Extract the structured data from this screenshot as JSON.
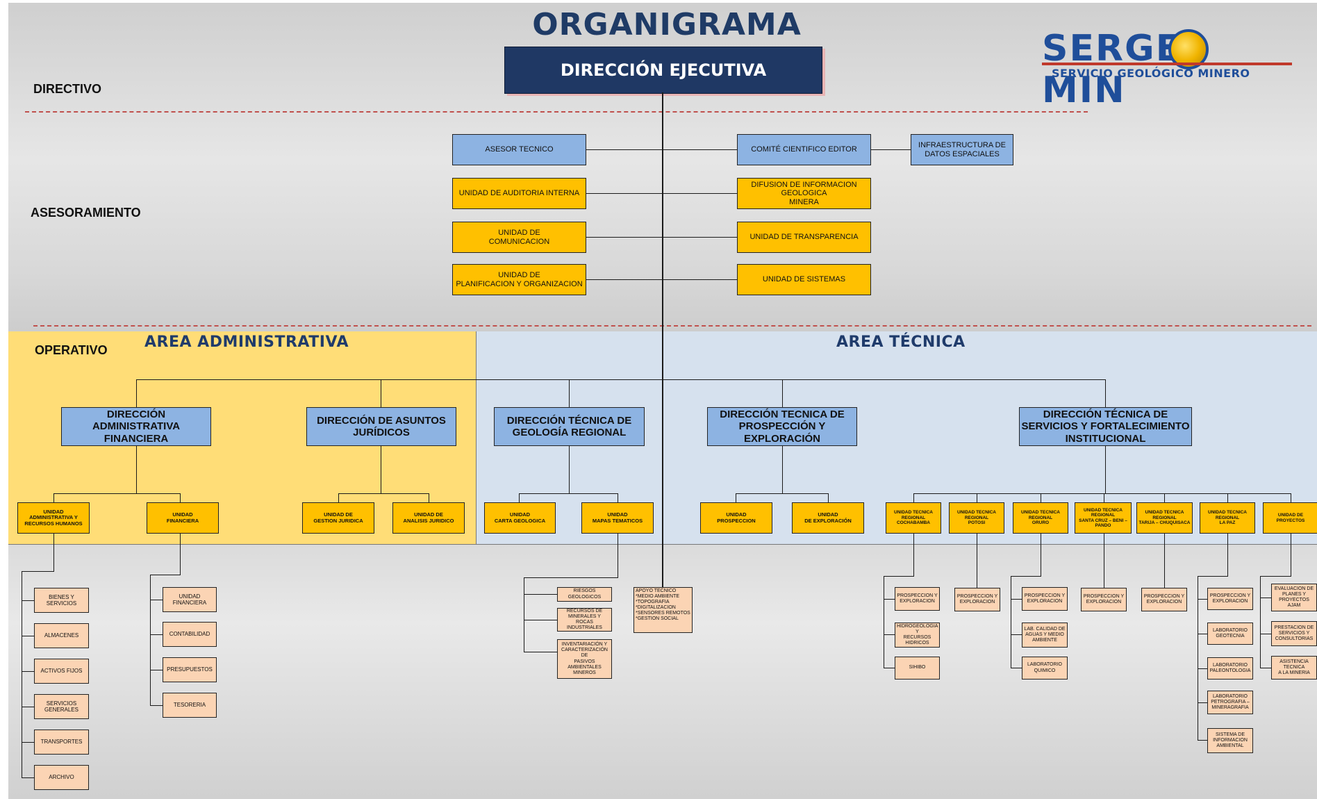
{
  "title": "ORGANIGRAMA",
  "logo": {
    "name": "SERGEOMIN",
    "text_left": "SERGE",
    "text_right": "MIN",
    "subtitle": "SERVICIO GEOLÓGICO MINERO"
  },
  "levels": {
    "directivo": "DIRECTIVO",
    "asesoramiento": "ASESORAMIENTO",
    "operativo": "OPERATIVO"
  },
  "executive": "DIRECCIÓN EJECUTIVA",
  "advisory": {
    "left": [
      "ASESOR TECNICO",
      "UNIDAD DE AUDITORIA INTERNA",
      "UNIDAD DE\nCOMUNICACION",
      "UNIDAD DE\nPLANIFICACION Y ORGANIZACION"
    ],
    "right": [
      "COMITÉ CIENTIFICO EDITOR",
      "DIFUSION DE INFORMACION GEOLOGICA\nMINERA",
      "UNIDAD DE TRANSPARENCIA",
      "UNIDAD DE SISTEMAS"
    ],
    "extra": "INFRAESTRUCTURA DE\nDATOS ESPACIALES"
  },
  "areas": {
    "admin": "AREA ADMINISTRATIVA",
    "tech": "AREA TÉCNICA"
  },
  "directions": [
    "DIRECCIÓN ADMINISTRATIVA\nFINANCIERA",
    "DIRECCIÓN DE ASUNTOS\nJURÍDICOS",
    "DIRECCIÓN TÉCNICA DE\nGEOLOGÍA REGIONAL",
    "DIRECCIÓN TECNICA DE\nPROSPECCIÓN Y\nEXPLORACIÓN",
    "DIRECCIÓN TÉCNICA DE\nSERVICIOS Y FORTALECIMIENTO\nINSTITUCIONAL"
  ],
  "units": [
    "UNIDAD\nADMINISTRATIVA Y\nRECURSOS HUMANOS",
    "UNIDAD\nFINANCIERA",
    "UNIDAD DE\nGESTION JURIDICA",
    "UNIDAD DE\nANALISIS JURIDICO",
    "UNIDAD\nCARTA GEOLOGICA",
    "UNIDAD\nMAPAS TEMATICOS",
    "UNIDAD\nPROSPECCION",
    "UNIDAD\nDE EXPLORACIÓN",
    "UNIDAD TECNICA\nREGIONAL\nCOCHABAMBA",
    "UNIDAD TECNICA\nREGIONAL\nPOTOSI",
    "UNIDAD TECNICA\nREGIONAL\nORURO",
    "UNIDAD TECNICA\nREGIONAL\nSANTA CRUZ – BENI –\nPANDO",
    "UNIDAD TECNICA\nREGIONAL\nTARIJA – CHUQUISACA",
    "UNIDAD TECNICA\nREGIONAL\nLA PAZ",
    "UNIDAD DE\nPROYECTOS"
  ],
  "subunits": {
    "adm_rrhh": [
      "BIENES Y SERVICIOS",
      "ALMACENES",
      "ACTIVOS FIJOS",
      "SERVICIOS\nGENERALES",
      "TRANSPORTES",
      "ARCHIVO"
    ],
    "financiera": [
      "UNIDAD\nFINANCIERA",
      "CONTABILIDAD",
      "PRESUPUESTOS",
      "TESORERIA"
    ],
    "mapas": [
      "RIESGOS\nGEOLOGICOS",
      "RECURSOS DE\nMINERALES Y ROCAS\nINDUSTRIALES",
      "INVENTARIACIÓN Y\nCARACTERIZACIÓN DE\nPASIVOS\nAMBIENTALES\nMINEROS"
    ],
    "apoyo": "APOYO TECNICO\n*MEDIO AMBIENTE\n*TOPOGRAFIA\n*DIGITALIZACION\n*SENSORES REMOTOS\n*GESTION SOCIAL",
    "cochabamba": [
      "PROSPECCION Y\nEXPLORACION",
      "HIDROGEOLOGIA Y\nRECURSOS\nHIDRICOS",
      "SIHIBO"
    ],
    "potosi": [
      "PROSPECCION Y\nEXPLORACION"
    ],
    "oruro": [
      "PROSPECCION Y\nEXPLORACION",
      "LAB. CALIDAD DE\nAGUAS Y MEDIO\nAMBIENTE",
      "LABORATORIO\nQUIMICO"
    ],
    "santacruz": [
      "PROSPECCION Y\nEXPLORACION"
    ],
    "tarija": [
      "PROSPECCION Y\nEXPLORACION"
    ],
    "lapaz": [
      "PROSPECCION Y\nEXPLORACION",
      "LABORATORIO\nGEOTECNIA",
      "LABORATORIO\nPALEONTOLOGIA",
      "LABORATORIO\nPETROGRAFIA –\nMINERAGRAFIA",
      "SISTEMA DE\nINFORMACION\nAMBIENTAL"
    ],
    "proyectos": [
      "EVALUACION DE\nPLANES Y\nPROYECTOS\nAJAM",
      "PRESTACION DE\nSERVICIOS Y\nCONSULTORIAS",
      "ASISTENCIA TECNICA\nA LA MINERIA"
    ]
  },
  "colors": {
    "navy": "#1f3864",
    "blue": "#8db3e2",
    "gold": "#ffc000",
    "peach": "#fbd4b4",
    "admin_band": "#ffdd77",
    "tech_band": "#d6e1ee",
    "dash": "#c0504d"
  }
}
